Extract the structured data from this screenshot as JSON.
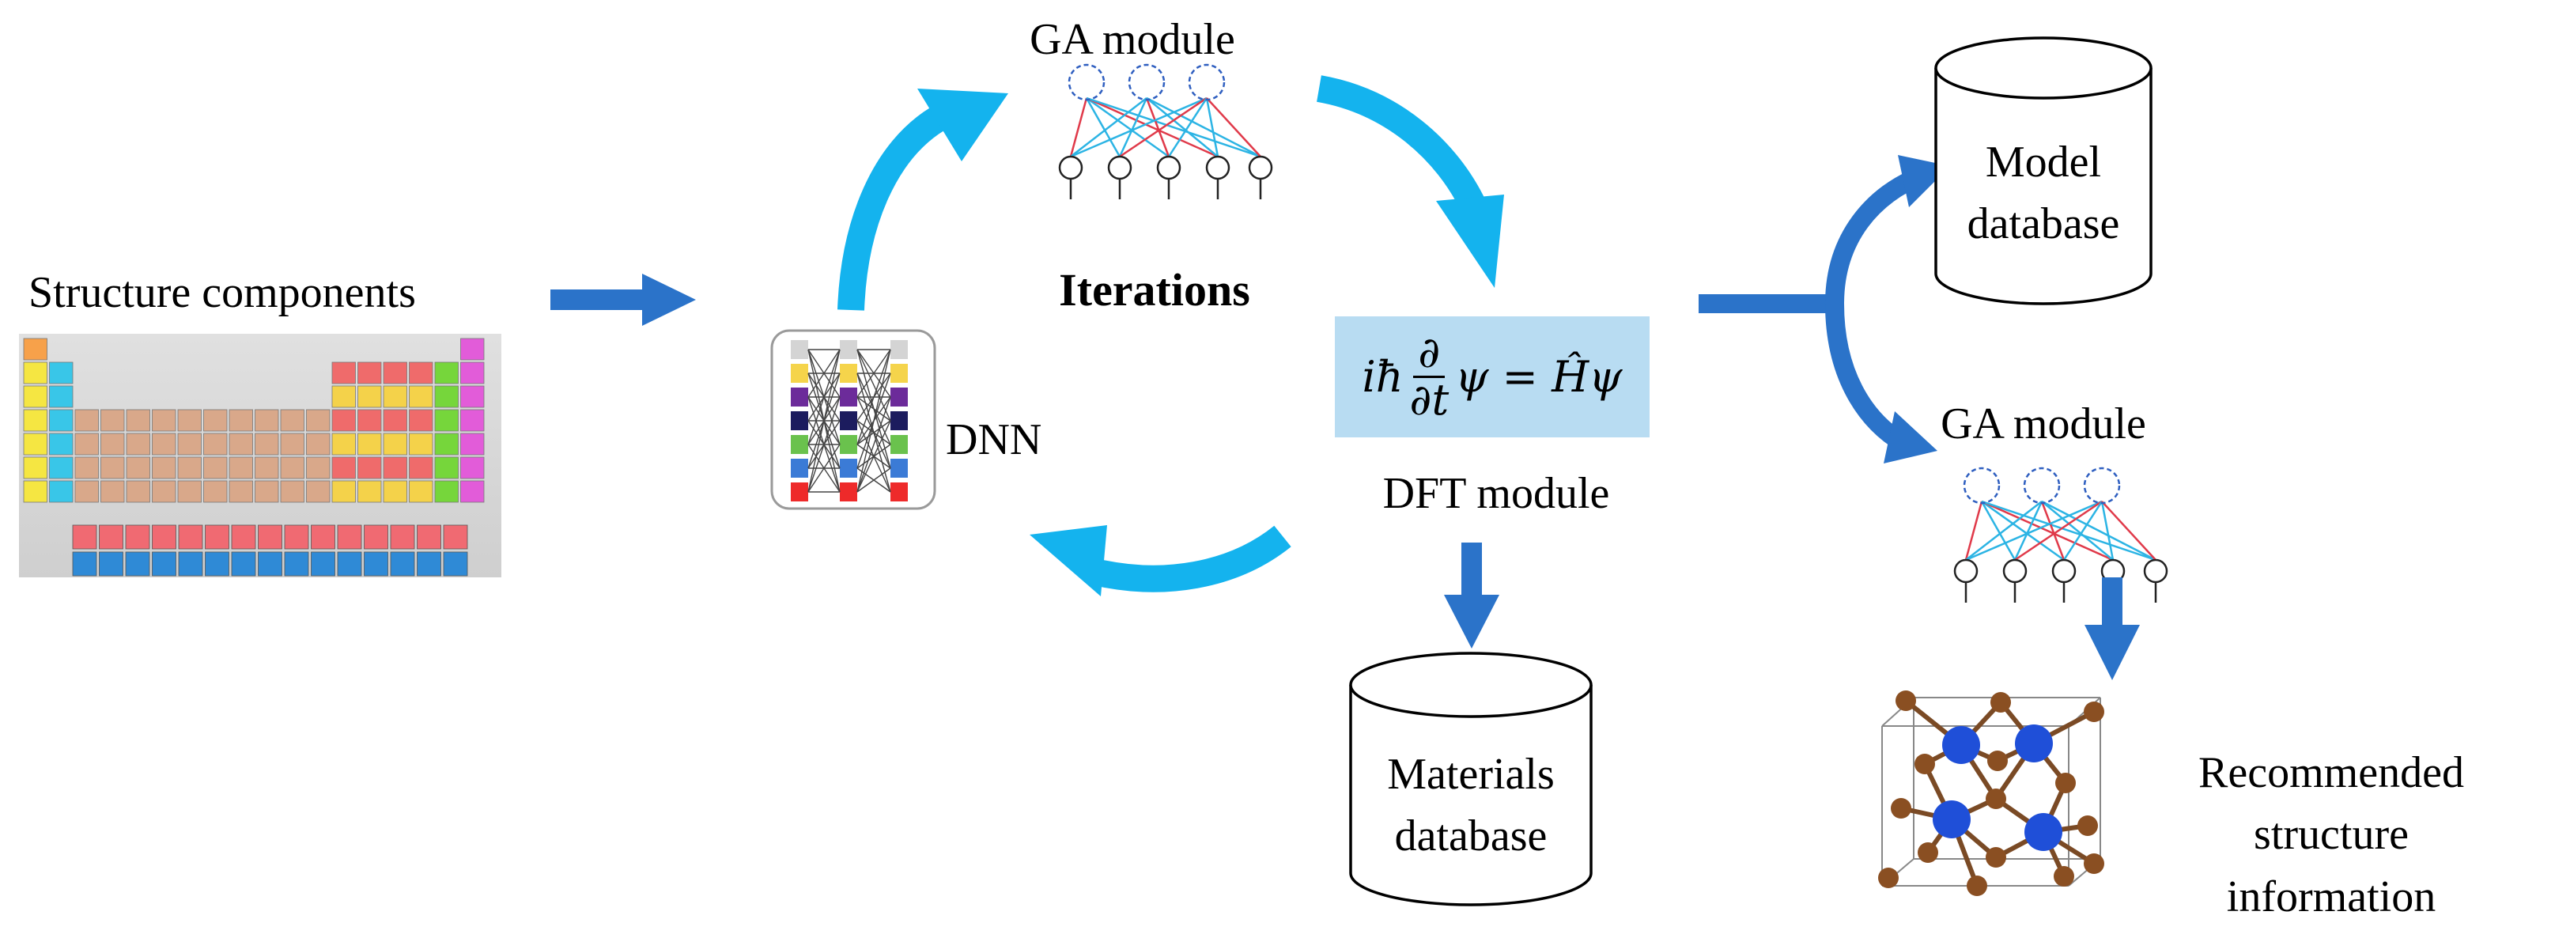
{
  "labels": {
    "structure_components": "Structure components",
    "ga_module_top": "GA module",
    "iterations": "Iterations",
    "dnn": "DNN",
    "dft_module": "DFT module",
    "materials_database_line1": "Materials",
    "materials_database_line2": "database",
    "model_database_line1": "Model",
    "model_database_line2": "database",
    "ga_module_right": "GA module",
    "recommended_line1": "Recommended",
    "recommended_line2": "structure  information"
  },
  "equation": {
    "lhs": "iħ",
    "frac_num": "∂",
    "frac_den": "∂t",
    "rhs": "ψ = Ĥψ"
  },
  "colors": {
    "arrow_dark_blue": "#2b73c9",
    "arrow_light_blue": "#14b3ee",
    "equation_bg": "#b8dcf2",
    "network_node": "#2f5fc0",
    "network_red": "#e03a4a",
    "network_cyan": "#2cb4e4",
    "atom_blue": "#1f4fd8",
    "atom_brown": "#8a4f22"
  },
  "icons": {
    "periodic_table": "periodic-table-image",
    "dnn": "dnn-network-icon",
    "ga_network": "ga-network-icon",
    "database": "database-cylinder-icon",
    "crystal": "crystal-structure-icon"
  }
}
